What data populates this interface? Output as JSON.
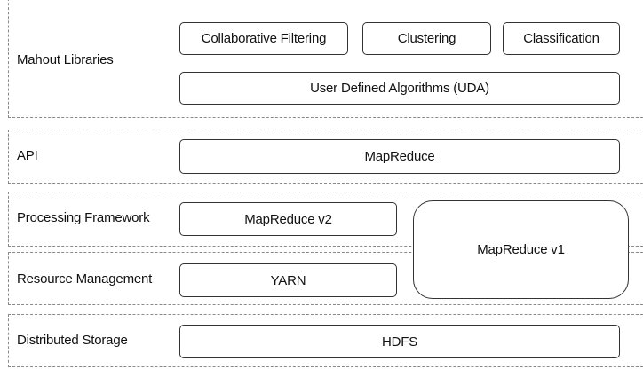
{
  "layers": {
    "mahout": {
      "label": "Mahout Libraries",
      "boxes": {
        "collaborative_filtering": "Collaborative Filtering",
        "clustering": "Clustering",
        "classification": "Classification",
        "uda": "User Defined Algorithms (UDA)"
      }
    },
    "api": {
      "label": "API",
      "boxes": {
        "mapreduce": "MapReduce"
      }
    },
    "processing": {
      "label": "Processing Framework",
      "boxes": {
        "mapreduce_v2": "MapReduce v2"
      }
    },
    "resource": {
      "label": "Resource Management",
      "boxes": {
        "yarn": "YARN"
      }
    },
    "storage": {
      "label": "Distributed Storage",
      "boxes": {
        "hdfs": "HDFS"
      }
    },
    "shared": {
      "mapreduce_v1": "MapReduce v1"
    }
  }
}
